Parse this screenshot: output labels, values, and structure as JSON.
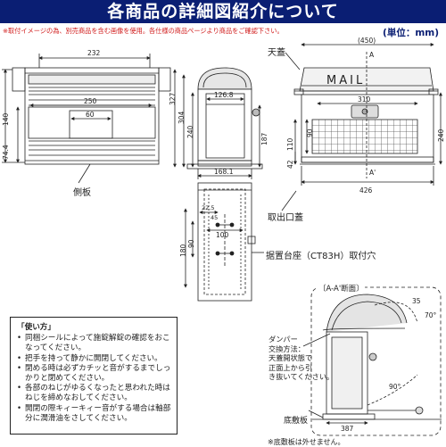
{
  "header": {
    "title": "各商品の詳細図紹介について",
    "note": "※取付イメージの為、別売商品を含む画像を使用。各仕様の商品ページより商品をご確認下さい。",
    "unit": "(単位：mm)"
  },
  "labels": {
    "side_plate": "側板",
    "top_lid": "天蓋",
    "takeout_lid": "取出口蓋",
    "mount_holes": "据置台座（CT83H）取付穴",
    "mail": "MAIL",
    "section": "〔A-A'断面〕",
    "bottom_plate": "底敷板",
    "bottom_note": "※底敷板は外せません。"
  },
  "dimensions": {
    "front": {
      "d232": "232",
      "d250": "250",
      "d60": "60",
      "d140": "140",
      "d74_4": "74.4"
    },
    "side": {
      "d327": "327",
      "d304": "304",
      "d240": "240",
      "d187": "187",
      "d126_8": "126.8",
      "d168_1": "168.1"
    },
    "right": {
      "d450": "(450)",
      "d310": "310",
      "d426": "426",
      "d240": "240",
      "d110": "110",
      "d90": "90",
      "d42": "42",
      "markA": "A",
      "markA2": "A'"
    },
    "bottom": {
      "d22_5": "22.5",
      "d45": "45",
      "d180": "180",
      "d100": "100",
      "d90": "90"
    },
    "section": {
      "d35": "35",
      "d70": "70°",
      "d90": "90°",
      "d387": "387"
    }
  },
  "howto": {
    "title": "「使い方」",
    "items": [
      "同梱シールによって施錠解錠の確認をおこなってください。",
      "把手を持って静かに開閉してください。",
      "閉める時は必ずカチッと音がするまでしっかりと閉めてください。",
      "各部のねじがゆるくなったと思われた時はねじを締めなおしてください。",
      "開閉の際キィーキィー音がする場合は軸部分に潤滑油をさしてください。"
    ]
  },
  "damper": {
    "line1": "ダンパー",
    "line2": "交換方法：",
    "line3": "天蓋開状態で",
    "line4": "正面上から引",
    "line5": "き抜いてください。"
  }
}
